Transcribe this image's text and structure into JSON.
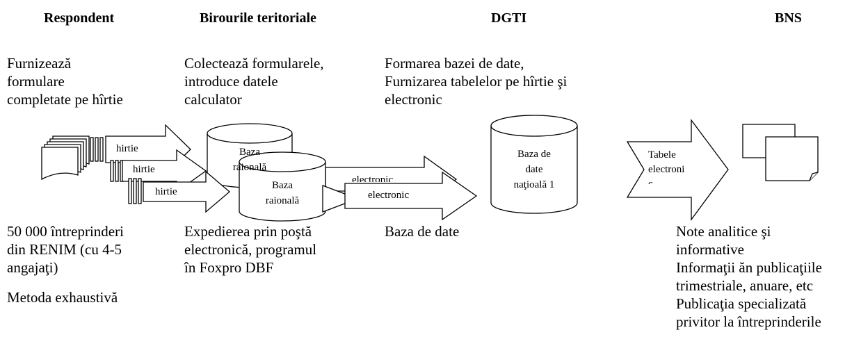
{
  "headers": {
    "respondent": "Respondent",
    "birouri": "Birourile teritoriale",
    "dgti": "DGTI",
    "bns": "BNS"
  },
  "top_text": {
    "respondent": "Furnizează\nformulare\ncompletate pe hîrtie",
    "birouri": "Colectează formularele,\nintroduce datele\ncalculator",
    "dgti": "Formarea bazei de date,\nFurnizarea tabelelor pe hîrtie şi\nelectronic"
  },
  "bottom_text": {
    "respondent": "50 000 întreprinderi\ndin RENIM (cu 4-5\nangajaţi)",
    "respondent_method": "Metoda exhaustivă",
    "birouri": "Expedierea prin poştă\nelectronică, programul\nîn Foxpro DBF",
    "dgti": "Baza de date",
    "bns": "Note analitice şi\ninformative\nInformaţii ăn publicaţiile\ntrimestriale, anuare, etc\nPublicaţia specializată\nprivitor la întreprinderile"
  },
  "arrows": {
    "paper_1": "hirtie",
    "paper_2": "hirtie",
    "paper_3": "hirtie",
    "electronic_1": "electronic",
    "electronic_2": "electronic",
    "tables": "Tabele\nelectroni\nc"
  },
  "cylinders": {
    "back": "Baza\nraională",
    "front": "Baza\nraională",
    "national": "Baza de\ndate\nnaţioală 1"
  }
}
